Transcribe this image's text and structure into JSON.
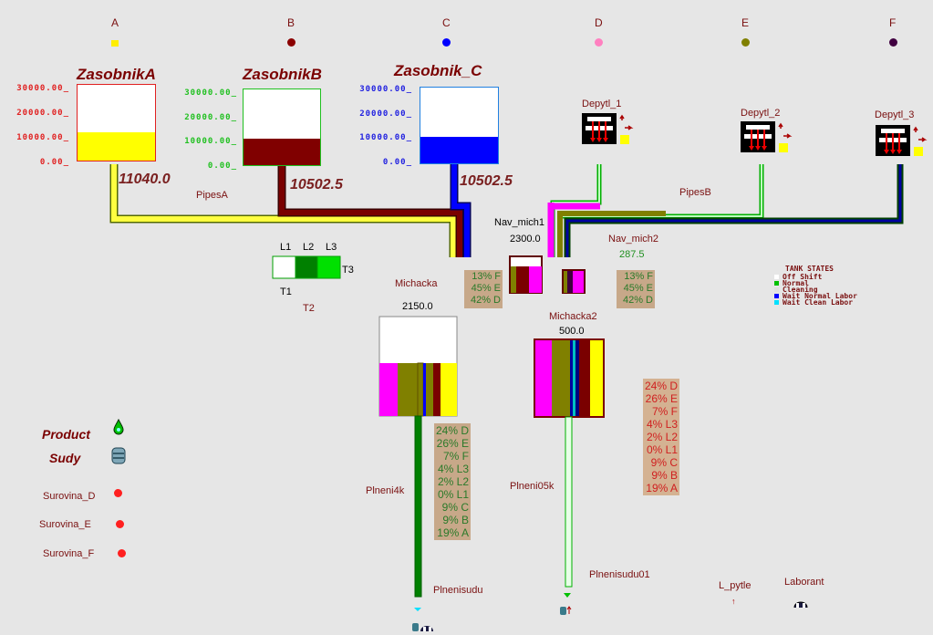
{
  "columns": [
    {
      "label": "A",
      "color": "#ffee00",
      "shape": "square"
    },
    {
      "label": "B",
      "color": "#8b0000",
      "shape": "dot"
    },
    {
      "label": "C",
      "color": "#0000ff",
      "shape": "dot"
    },
    {
      "label": "D",
      "color": "#ff80c0",
      "shape": "dot"
    },
    {
      "label": "E",
      "color": "#808000",
      "shape": "dot"
    },
    {
      "label": "F",
      "color": "#400040",
      "shape": "dot"
    }
  ],
  "tanks": {
    "a": {
      "name": "ZasobnikA",
      "value": "11040.0",
      "ticks": [
        "30000.00_",
        "20000.00_",
        "10000.00_",
        "0.00_"
      ],
      "tick_color": "#e02020",
      "fill_color": "#ffff00",
      "level": 0.37
    },
    "b": {
      "name": "ZasobnikB",
      "value": "10502.5",
      "ticks": [
        "30000.00_",
        "20000.00_",
        "10000.00_",
        "0.00_"
      ],
      "tick_color": "#20c020",
      "fill_color": "#800000",
      "level": 0.35
    },
    "c": {
      "name": "Zasobnik_C",
      "value": "10502.5",
      "ticks": [
        "30000.00_",
        "20000.00_",
        "10000.00_",
        "0.00_"
      ],
      "tick_color": "#2020e0",
      "fill_color": "#0000ff",
      "level": 0.35
    }
  },
  "depytl": [
    "Depytl_1",
    "Depytl_2",
    "Depytl_3"
  ],
  "pipes": {
    "a": "PipesA",
    "b": "PipesB"
  },
  "lines": {
    "l1": "L1",
    "l2": "L2",
    "l3": "L3",
    "t1": "T1",
    "t2": "T2",
    "t3": "T3"
  },
  "nav1": {
    "name": "Nav_mich1",
    "value": "2300.0"
  },
  "nav2": {
    "name": "Nav_mich2",
    "value": "287.5"
  },
  "mich1": {
    "name": "Michacka",
    "value": "2150.0"
  },
  "mich2": {
    "name": "Michacka2",
    "value": "500.0"
  },
  "pct_small_1": [
    "13% F",
    "45% E",
    "42% D"
  ],
  "pct_small_2": [
    "13% F",
    "45% E",
    "42% D"
  ],
  "pct_big_1": [
    "24% D",
    "26% E",
    "7% F",
    "4% L3",
    "2% L2",
    "0% L1",
    "9% C",
    "9% B",
    "19% A"
  ],
  "pct_big_2": [
    "24% D",
    "26% E",
    "7% F",
    "4% L3",
    "2% L2",
    "0% L1",
    "9% C",
    "9% B",
    "19% A"
  ],
  "tank_states": {
    "title": "TANK STATES",
    "items": [
      {
        "label": "Off Shift",
        "color": "#ffffff"
      },
      {
        "label": "Normal",
        "color": "#00c000"
      },
      {
        "label": "Cleaning",
        "color": "#e0e0e0"
      },
      {
        "label": "Wait Normal Labor",
        "color": "#0000ff"
      },
      {
        "label": "Wait Clean Labor",
        "color": "#00e0ff"
      }
    ]
  },
  "legend": {
    "product": "Product",
    "sudy": "Sudy",
    "surovina_d": "Surovina_D",
    "surovina_e": "Surovina_E",
    "surovina_f": "Surovina_F"
  },
  "fill": {
    "p4k": "Plneni4k",
    "p05k": "Plneni05k",
    "sudu": "Plnenisudu",
    "sudu01": "Plnenisudu01"
  },
  "misc": {
    "l_pytle": "L_pytle",
    "laborant": "Laborant"
  }
}
